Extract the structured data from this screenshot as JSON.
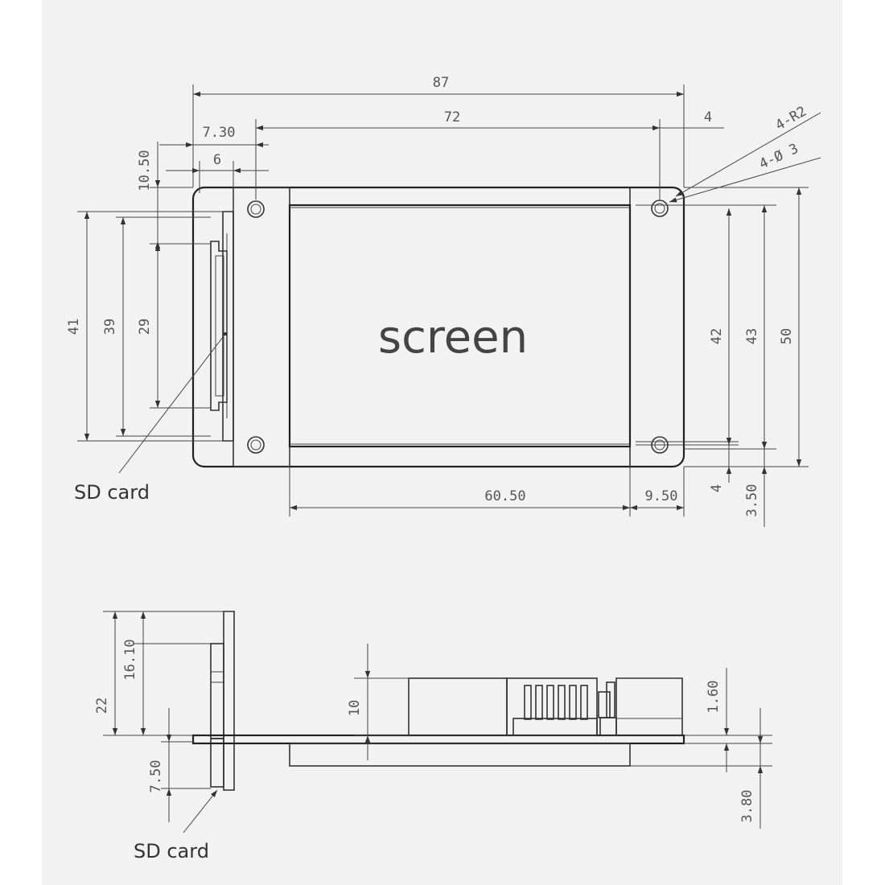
{
  "top_view": {
    "screen_label": "screen",
    "sd_card_label": "SD card",
    "dimensions": {
      "overall_width": "87",
      "hole_spacing_x": "72",
      "edge_to_hole_right": "4",
      "edge_to_hole_left": "7.30",
      "sd_offset": "6",
      "sd_top_offset": "10.50",
      "left_height": "41",
      "sd_height_39": "39",
      "sd_height_29": "29",
      "screen_width": "60.50",
      "screen_right_margin": "9.50",
      "hole_spacing_y": "42",
      "screen_height": "43",
      "overall_height": "50",
      "bottom_4": "4",
      "bottom_3_50": "3.50"
    },
    "callouts": {
      "corner_radius": "4-R2",
      "hole_diameter": "4-Ø 3"
    }
  },
  "side_view": {
    "sd_card_label": "SD card",
    "dimensions": {
      "total_22": "22",
      "height_16_10": "16.10",
      "below_7_50": "7.50",
      "component_10": "10",
      "pcb_1_60": "1.60",
      "screen_3_80": "3.80"
    }
  }
}
